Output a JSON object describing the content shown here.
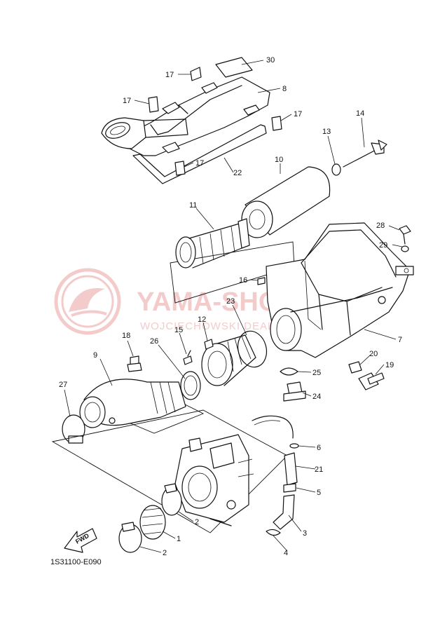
{
  "diagram_code": "1S31100-E090",
  "fwd_label": "FWD",
  "watermark": {
    "brand": "YAMA-SHOP",
    "tagline": "WOJCIECHOWSKI DEALER YAMAHA"
  },
  "callouts": [
    "30",
    "8",
    "17",
    "17",
    "17",
    "17",
    "22",
    "14",
    "13",
    "10",
    "11",
    "28",
    "29",
    "16",
    "23",
    "12",
    "7",
    "15",
    "18",
    "26",
    "9",
    "20",
    "19",
    "25",
    "24",
    "27",
    "6",
    "21",
    "5",
    "3",
    "4",
    "2",
    "1",
    "2"
  ]
}
